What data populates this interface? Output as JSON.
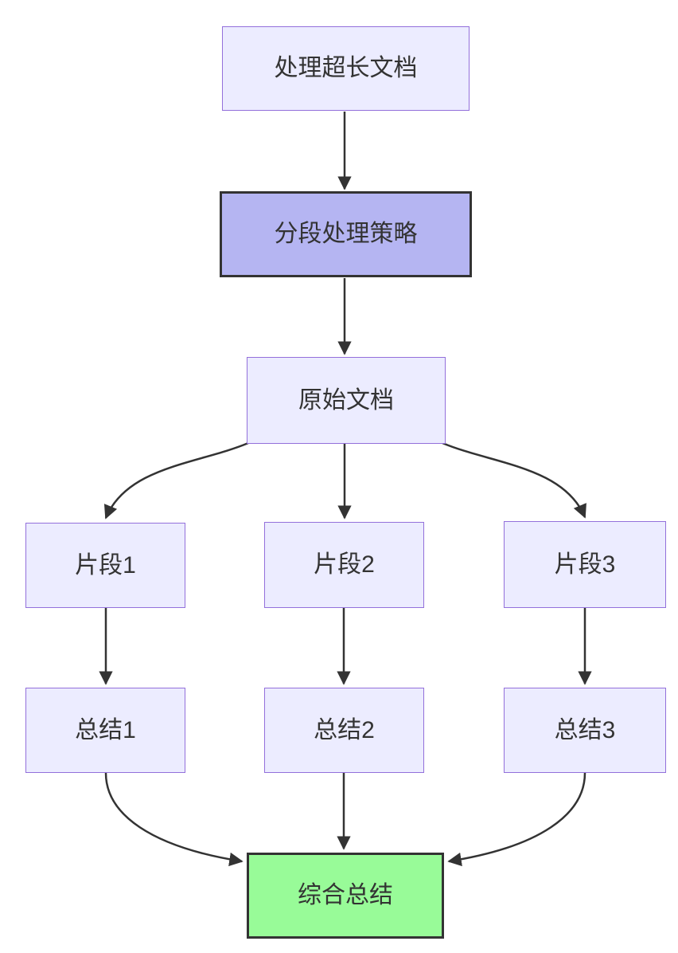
{
  "diagram": {
    "type": "flowchart",
    "direction": "top-down",
    "nodes": [
      {
        "id": "process-long-doc",
        "label": "处理超长文档",
        "style": "default"
      },
      {
        "id": "segmentation-strategy",
        "label": "分段处理策略",
        "style": "emphasis"
      },
      {
        "id": "original-doc",
        "label": "原始文档",
        "style": "default"
      },
      {
        "id": "fragment-1",
        "label": "片段1",
        "style": "default"
      },
      {
        "id": "fragment-2",
        "label": "片段2",
        "style": "default"
      },
      {
        "id": "fragment-3",
        "label": "片段3",
        "style": "default"
      },
      {
        "id": "summary-1",
        "label": "总结1",
        "style": "default"
      },
      {
        "id": "summary-2",
        "label": "总结2",
        "style": "default"
      },
      {
        "id": "summary-3",
        "label": "总结3",
        "style": "default"
      },
      {
        "id": "final-summary",
        "label": "综合总结",
        "style": "success"
      }
    ],
    "edges": [
      {
        "from": "process-long-doc",
        "to": "segmentation-strategy"
      },
      {
        "from": "segmentation-strategy",
        "to": "original-doc"
      },
      {
        "from": "original-doc",
        "to": "fragment-1"
      },
      {
        "from": "original-doc",
        "to": "fragment-2"
      },
      {
        "from": "original-doc",
        "to": "fragment-3"
      },
      {
        "from": "fragment-1",
        "to": "summary-1"
      },
      {
        "from": "fragment-2",
        "to": "summary-2"
      },
      {
        "from": "fragment-3",
        "to": "summary-3"
      },
      {
        "from": "summary-1",
        "to": "final-summary"
      },
      {
        "from": "summary-2",
        "to": "final-summary"
      },
      {
        "from": "summary-3",
        "to": "final-summary"
      }
    ],
    "colors": {
      "node_fill": "#ECECFF",
      "node_border": "#9370DB",
      "emphasis_fill": "#b5b5f2",
      "emphasis_border": "#333333",
      "success_fill": "#98FB98",
      "success_border": "#333333",
      "edge": "#333333",
      "text": "#333333",
      "background": "#ffffff"
    }
  }
}
